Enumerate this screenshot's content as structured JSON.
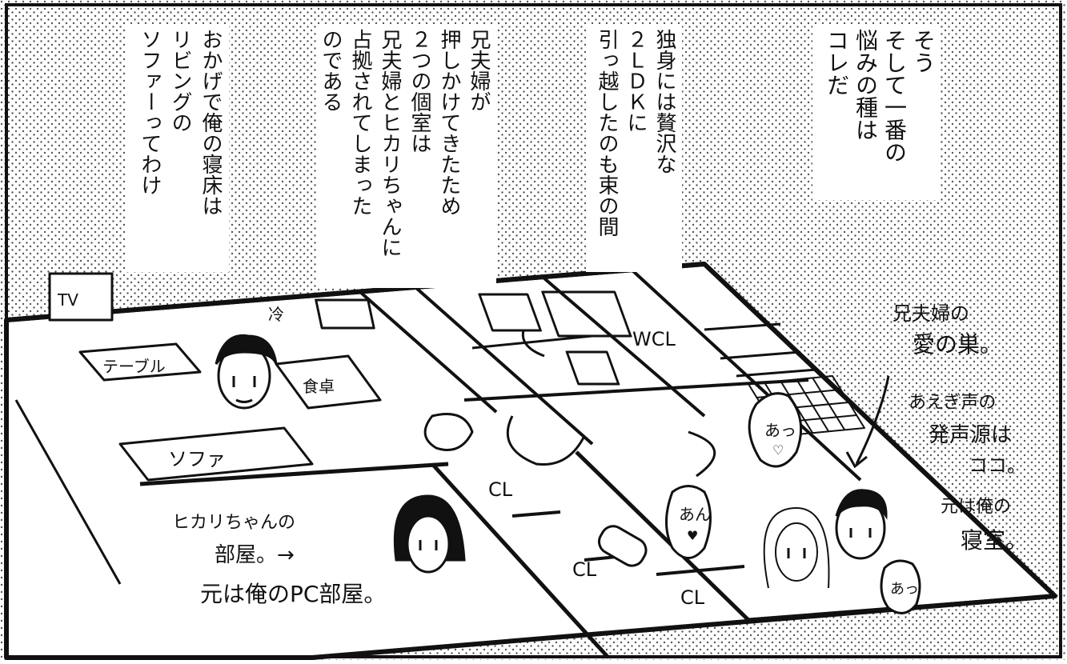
{
  "narration": {
    "box1": [
      "そう",
      "そして一番の",
      "悩みの種は",
      "コレだ"
    ],
    "box2": [
      "独身には贅沢な",
      "２ＬＤＫに",
      "引っ越したのも束の間"
    ],
    "box3": [
      "兄夫婦が",
      "押しかけてきたため",
      "２つの個室は",
      "兄夫婦とヒカリちゃんに",
      "占拠されてしまった",
      "のである"
    ],
    "box4": [
      "おかげで俺の寝床は",
      "リビングの",
      "ソファーってわけ"
    ]
  },
  "floorplan_labels": {
    "tv": "TV",
    "fridge": "冷",
    "table": "テーブル",
    "dining": "食卓",
    "sofa": "ソファ",
    "wcl": "WCL",
    "cl_left": "CL",
    "cl_mid": "CL",
    "cl_right": "CL"
  },
  "annotations": {
    "hikari_room": [
      "ヒカリちゃんの",
      "部屋。→"
    ],
    "hikari_room_orig": "元は俺のPC部屋。",
    "couple_nest": [
      "兄夫婦の",
      "愛の巣。"
    ],
    "sound_source": [
      "あえぎ声の",
      "発声源は",
      "ココ。"
    ],
    "orig_bedroom": [
      "元は俺の",
      "寝室。"
    ]
  },
  "sound_effects": {
    "se1": [
      "あっ",
      "♡"
    ],
    "se2": [
      "あん",
      "♥"
    ],
    "se3": [
      "あっ"
    ]
  }
}
